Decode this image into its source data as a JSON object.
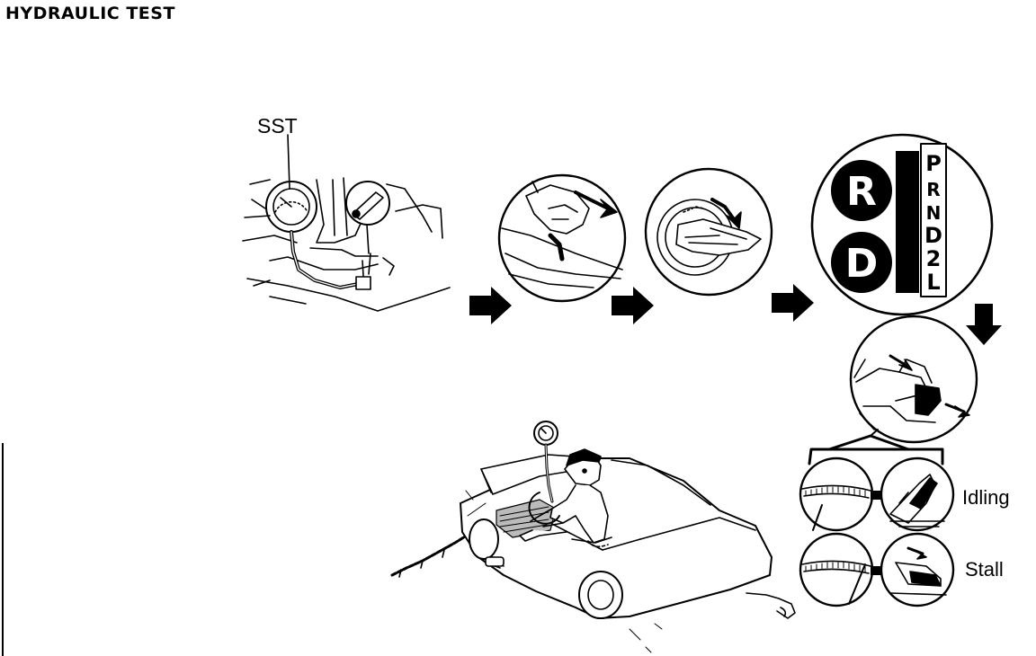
{
  "title": "HYDRAULIC TEST",
  "labels": {
    "sst": "SST",
    "idling": "Idling",
    "stall": "Stall"
  },
  "selector": {
    "upper": "R",
    "lower": "D",
    "column": [
      "P",
      "R",
      "N",
      "D",
      "2",
      "L"
    ]
  },
  "steps": [
    "sst-pressure-gauge-installation",
    "parking-brake",
    "ignition-key",
    "shift-selector",
    "brake-accelerator-pedals",
    "idling-stall-comparison",
    "car-test-with-gauge"
  ]
}
